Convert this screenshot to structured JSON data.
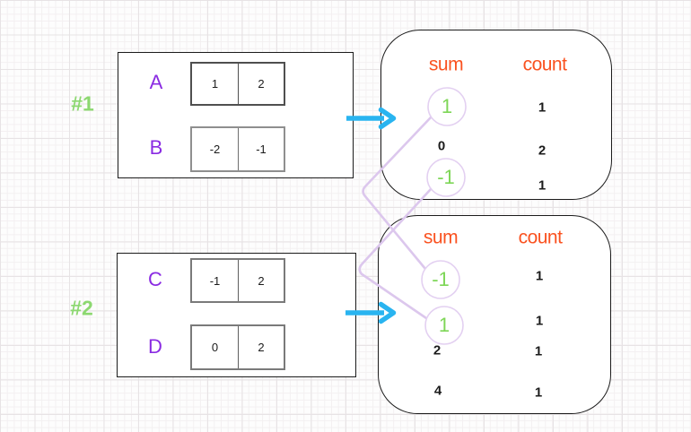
{
  "colors": {
    "green-label": "#8cd870",
    "green-value": "#7ed657",
    "purple": "#8a2be2",
    "orange": "#fa5220",
    "cyan": "#29b4f0",
    "lavender-line": "#dcc7ed",
    "lavender-circle": "#e3d0f1",
    "ink": "#1b1b1b"
  },
  "icons": {
    "flow_arrow": "→",
    "match_connector": "crossed-lavender-lines",
    "highlight_circle": "lavender-ellipse"
  },
  "group1": {
    "label": "#1",
    "arrays": [
      {
        "name": "A",
        "cells": [
          "1",
          "2"
        ]
      },
      {
        "name": "B",
        "cells": [
          "-2",
          "-1"
        ]
      }
    ],
    "hash": {
      "sum_header": "sum",
      "count_header": "count",
      "rows": [
        {
          "sum": "1",
          "count": "1",
          "highlighted": true
        },
        {
          "sum": "0",
          "count": "2",
          "highlighted": false
        },
        {
          "sum": "-1",
          "count": "1",
          "highlighted": true
        }
      ]
    }
  },
  "group2": {
    "label": "#2",
    "arrays": [
      {
        "name": "C",
        "cells": [
          "-1",
          "2"
        ]
      },
      {
        "name": "D",
        "cells": [
          "0",
          "2"
        ]
      }
    ],
    "hash": {
      "sum_header": "sum",
      "count_header": "count",
      "rows": [
        {
          "sum": "-1",
          "count": "1",
          "highlighted": true
        },
        {
          "sum": "1",
          "count": "1",
          "highlighted": true
        },
        {
          "sum": "2",
          "count": "1",
          "highlighted": false
        },
        {
          "sum": "4",
          "count": "1",
          "highlighted": false
        }
      ]
    }
  }
}
